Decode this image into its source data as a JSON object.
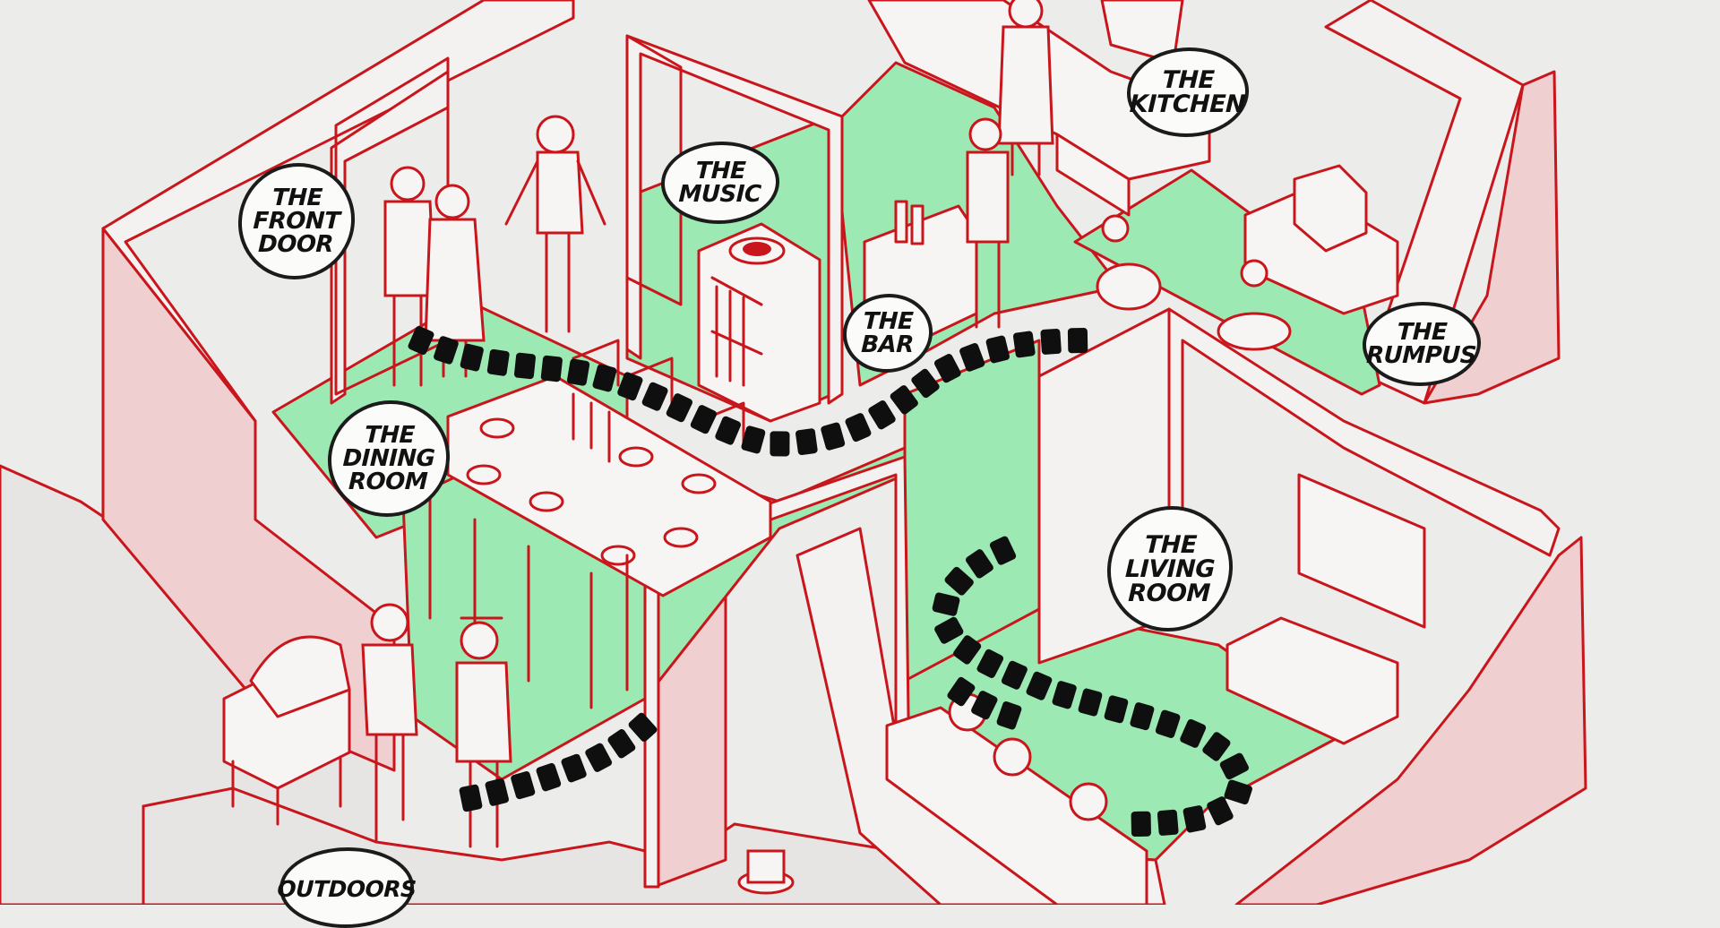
{
  "illustration": {
    "subject": "Isometric cutaway of a house party with a winding path through rooms",
    "colors": {
      "line": "#c8161c",
      "floor": "#9de9b3",
      "wall_shade": "#efcfcf",
      "background": "#ececea",
      "path": "#0f0f0f",
      "label_border": "#1b1b1b"
    }
  },
  "labels": {
    "front_door": "THE\nFRONT\nDOOR",
    "music": "THE\nMUSIC",
    "kitchen": "THE\nKITCHEN",
    "bar": "THE\nBAR",
    "rumpus": "THE\nRUMPUS",
    "dining_room": "THE\nDINING\nROOM",
    "living_room": "THE\nLIVING\nROOM",
    "outdoors": "OUTDOORS"
  }
}
